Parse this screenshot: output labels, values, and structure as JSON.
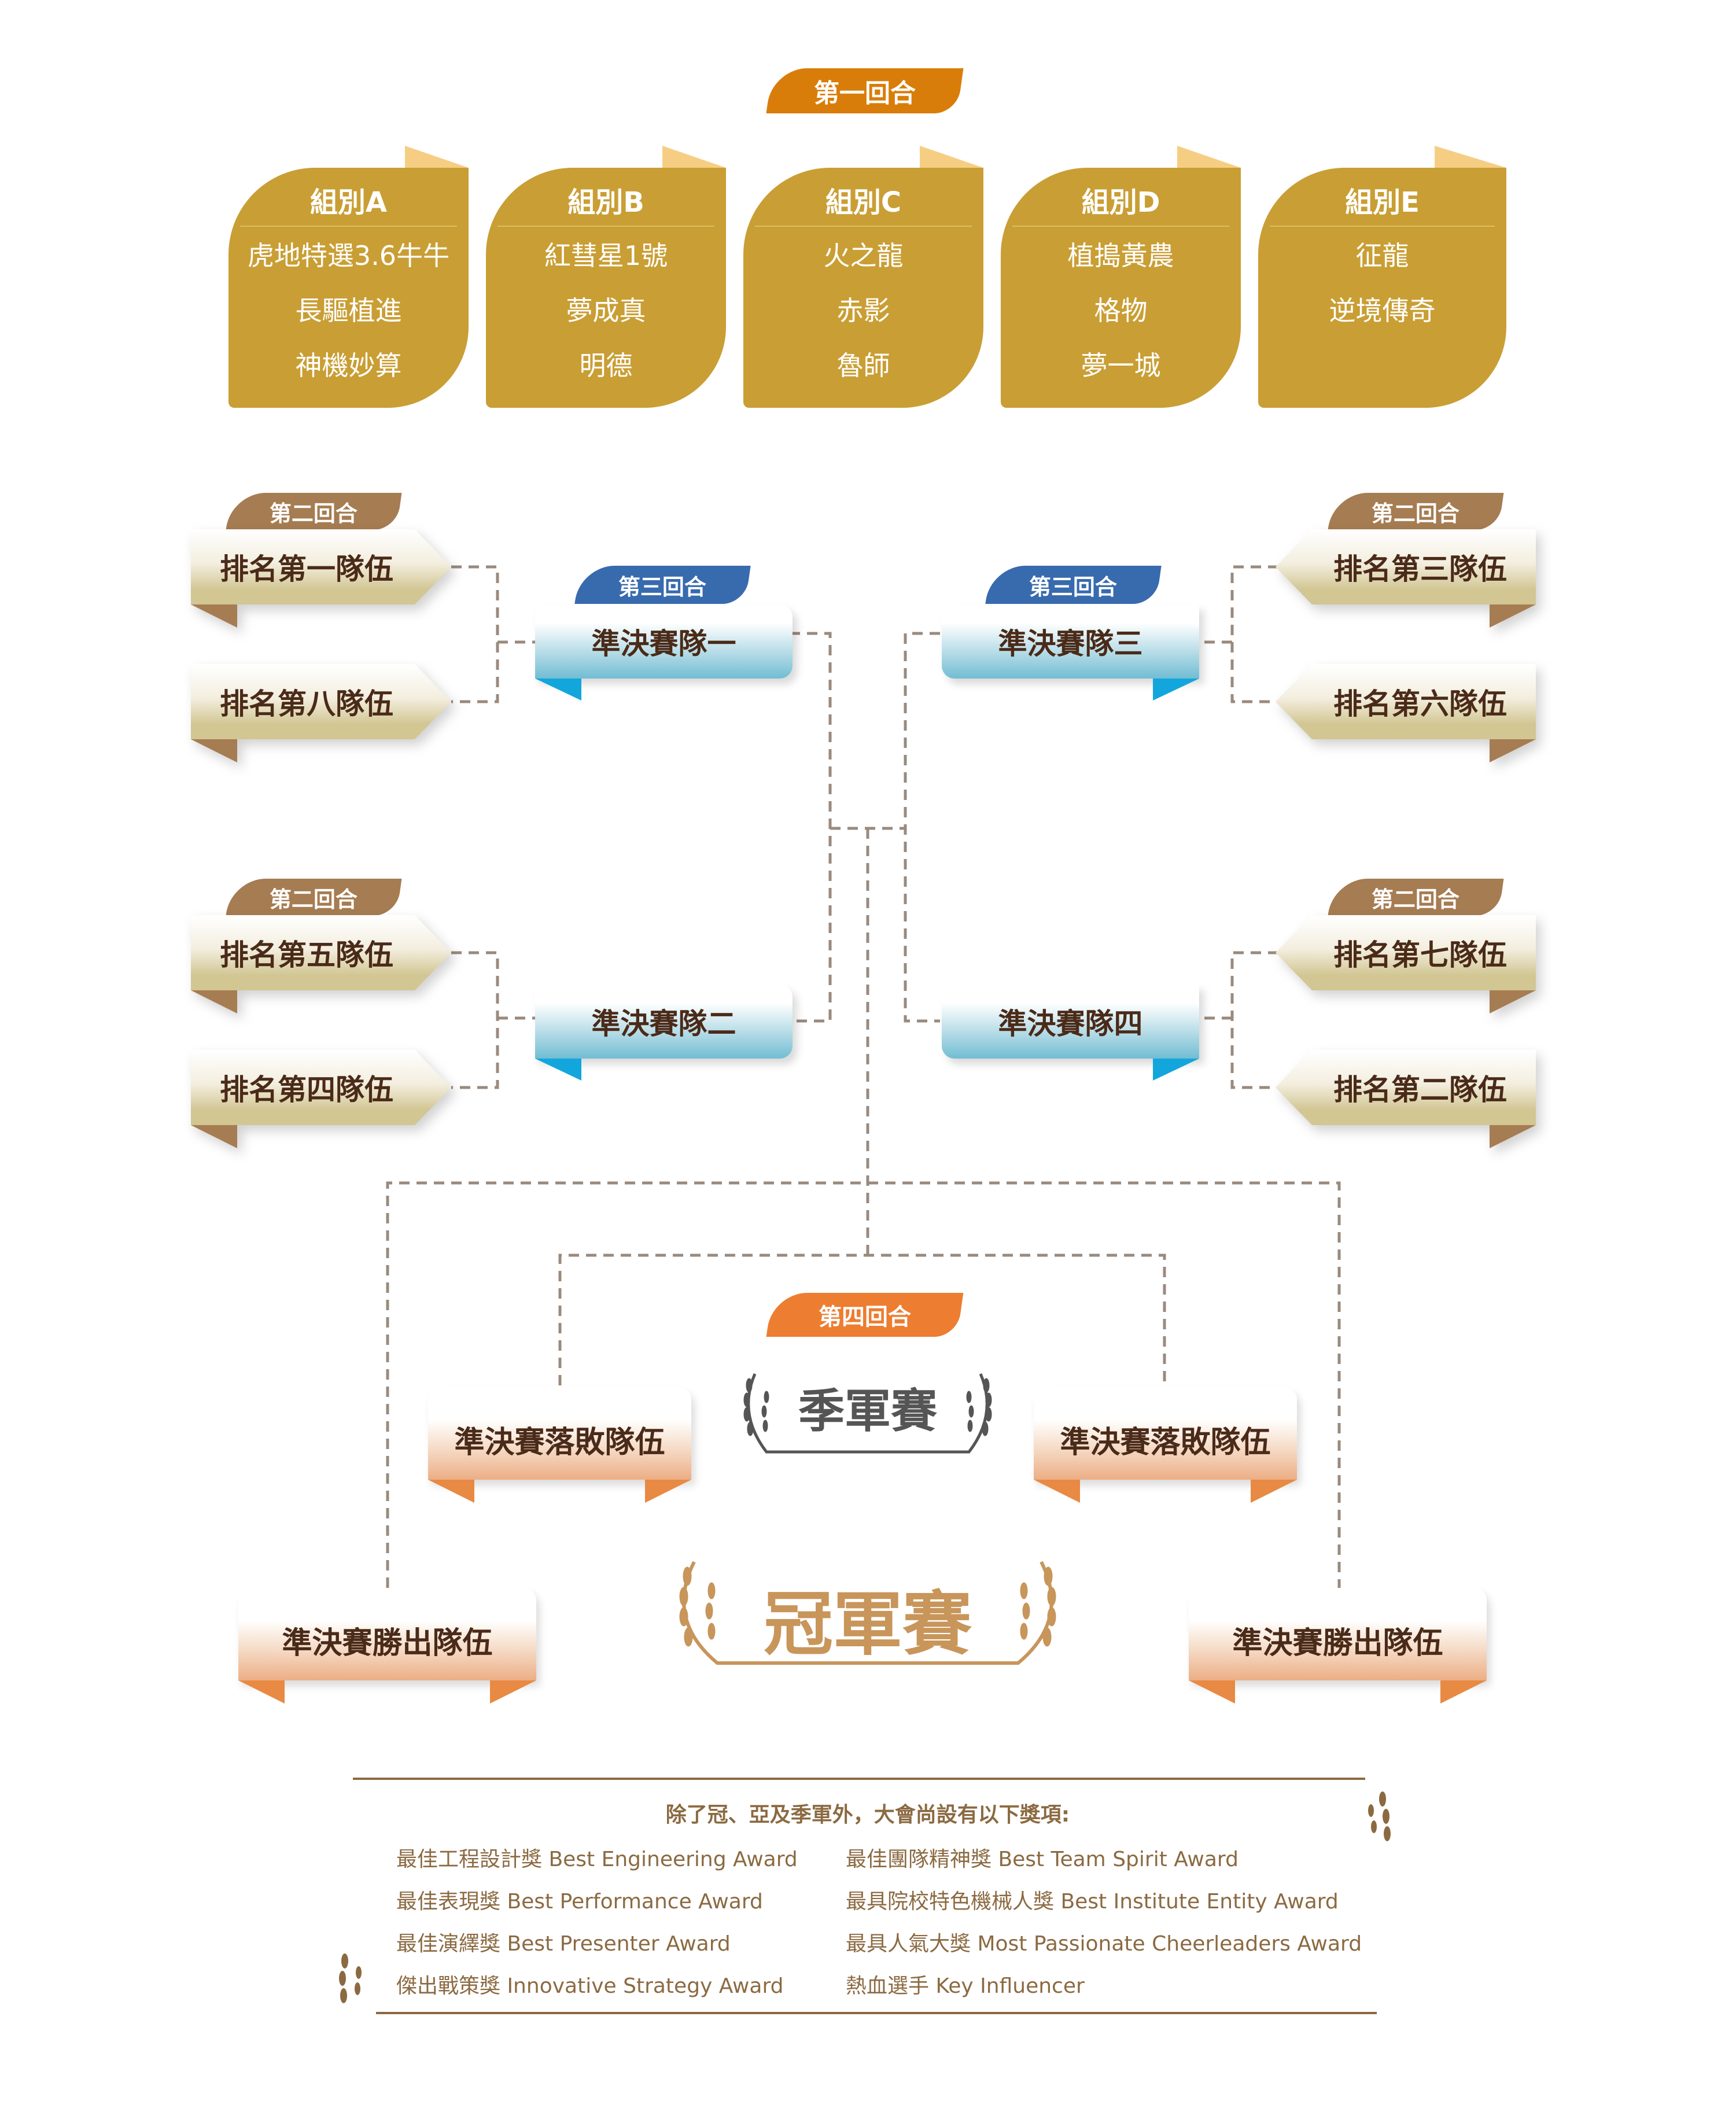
{
  "round1": {
    "tag": "第一回合",
    "groups": [
      {
        "name": "組別A",
        "teams": [
          "虎地特選3.6牛牛",
          "長驅植進",
          "神機妙算"
        ]
      },
      {
        "name": "組別B",
        "teams": [
          "紅彗星1號",
          "夢成真",
          "明德"
        ]
      },
      {
        "name": "組別C",
        "teams": [
          "火之龍",
          "赤影",
          "魯師"
        ]
      },
      {
        "name": "組別D",
        "teams": [
          "植搗黃農",
          "格物",
          "夢一城"
        ]
      },
      {
        "name": "組別E",
        "teams": [
          "征龍",
          "逆境傳奇"
        ]
      }
    ]
  },
  "round2": {
    "tag": "第二回合",
    "left_top": [
      "排名第一隊伍",
      "排名第八隊伍"
    ],
    "left_bottom": [
      "排名第五隊伍",
      "排名第四隊伍"
    ],
    "right_top": [
      "排名第三隊伍",
      "排名第六隊伍"
    ],
    "right_bottom": [
      "排名第七隊伍",
      "排名第二隊伍"
    ]
  },
  "round3": {
    "tag": "第三回合",
    "semis": [
      "準決賽隊一",
      "準決賽隊二",
      "準決賽隊三",
      "準決賽隊四"
    ]
  },
  "round4": {
    "tag": "第四回合",
    "third_place": {
      "title": "季軍賽",
      "teams": [
        "準決賽落敗隊伍",
        "準決賽落敗隊伍"
      ]
    },
    "final": {
      "title": "冠軍賽",
      "teams": [
        "準決賽勝出隊伍",
        "準決賽勝出隊伍"
      ]
    }
  },
  "awards": {
    "title": "除了冠、亞及季軍外，大會尚設有以下獎項:",
    "left": [
      "最佳工程設計獎 Best Engineering Award",
      "最佳表現獎 Best Performance Award",
      "最佳演繹獎 Best Presenter Award",
      "傑出戰策獎 Innovative Strategy Award"
    ],
    "right": [
      "最佳團隊精神獎 Best Team Spirit Award",
      "最具院校特色機械人獎 Best Institute Entity Award",
      "最具人氣大獎 Most Passionate Cheerleaders Award",
      "熱血選手 Key Influencer"
    ]
  },
  "colors": {
    "round1_tag": "#d97d0a",
    "round2_tag": "#a67c52",
    "round3_tag": "#386aae",
    "round4_tag": "#ed7d31",
    "group_card": "#c99e34",
    "connector": "#9a8a7e",
    "champion": "#c8955a",
    "third_place": "#555555",
    "award_text": "#8b6a42"
  }
}
